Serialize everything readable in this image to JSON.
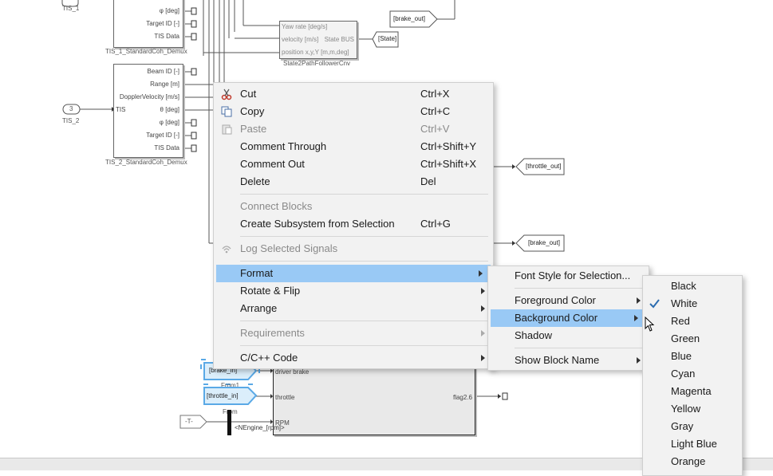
{
  "canvas": {
    "tis1_label": "TIS_1",
    "tis1_demux_caption": "TIS_1_StandardCoh_Demux",
    "tis1_ports": [
      "φ [deg]",
      "Target ID [-]",
      "TIS Data"
    ],
    "tis2_inport_number": "3",
    "tis2_label": "TIS_2",
    "tis2_in_label": "TIS",
    "tis2_demux_caption": "TIS_2_StandardCoh_Demux",
    "tis2_ports": [
      "Beam ID [-]",
      "Range [m]",
      "DopplerVelocity [m/s]",
      "θ [deg]",
      "φ [deg]",
      "Target ID [-]",
      "TIS Data"
    ],
    "state_block": {
      "ports": [
        "Yaw rate [deg/s]",
        "velocity [m/s]",
        "position x,y,Y [m,m,deg]"
      ],
      "out_label": "State BUS",
      "caption": "State2PathFollowerCnv",
      "from_tag": "[State]"
    },
    "goto_top_brake": "[brake_out]",
    "goto_throttle": "[throttle_out]",
    "goto_brake": "[brake_out]",
    "from_brake_in": "[brake_in]",
    "from1_caption": "From1",
    "from_throttle_in": "[throttle_in]",
    "from_caption": "From",
    "const_t": "-T-",
    "subsystem_ports": [
      "driver brake",
      "throttle",
      "RPM"
    ],
    "subsystem_out": "flag2.6",
    "nengine_label": "<NEngine_[rpm]>"
  },
  "context_menu": {
    "items": [
      {
        "label": "Cut",
        "shortcut": "Ctrl+X",
        "icon": "scissors-icon"
      },
      {
        "label": "Copy",
        "shortcut": "Ctrl+C",
        "icon": "copy-icon"
      },
      {
        "label": "Paste",
        "shortcut": "Ctrl+V",
        "icon": "paste-icon"
      },
      {
        "label": "Comment Through",
        "shortcut": "Ctrl+Shift+Y"
      },
      {
        "label": "Comment Out",
        "shortcut": "Ctrl+Shift+X"
      },
      {
        "label": "Delete",
        "shortcut": "Del"
      },
      {
        "label": "Connect Blocks"
      },
      {
        "label": "Create Subsystem from Selection",
        "shortcut": "Ctrl+G"
      },
      {
        "label": "Log Selected Signals",
        "icon": "signal-log-icon"
      },
      {
        "label": "Format"
      },
      {
        "label": "Rotate & Flip"
      },
      {
        "label": "Arrange"
      },
      {
        "label": "Requirements"
      },
      {
        "label": "C/C++ Code"
      }
    ]
  },
  "format_menu": {
    "items": [
      {
        "label": "Font Style for Selection..."
      },
      {
        "label": "Foreground Color"
      },
      {
        "label": "Background Color"
      },
      {
        "label": "Shadow"
      },
      {
        "label": "Show Block Name"
      }
    ]
  },
  "color_menu": {
    "items": [
      {
        "label": "Black"
      },
      {
        "label": "White",
        "checked": true
      },
      {
        "label": "Red"
      },
      {
        "label": "Green"
      },
      {
        "label": "Blue"
      },
      {
        "label": "Cyan"
      },
      {
        "label": "Magenta"
      },
      {
        "label": "Yellow"
      },
      {
        "label": "Gray"
      },
      {
        "label": "Light Blue"
      },
      {
        "label": "Orange"
      }
    ]
  },
  "colors": {
    "menu_bg": "#f2f2f2",
    "highlight": "#99c9f5",
    "selection_blue": "#5aa9e6"
  }
}
